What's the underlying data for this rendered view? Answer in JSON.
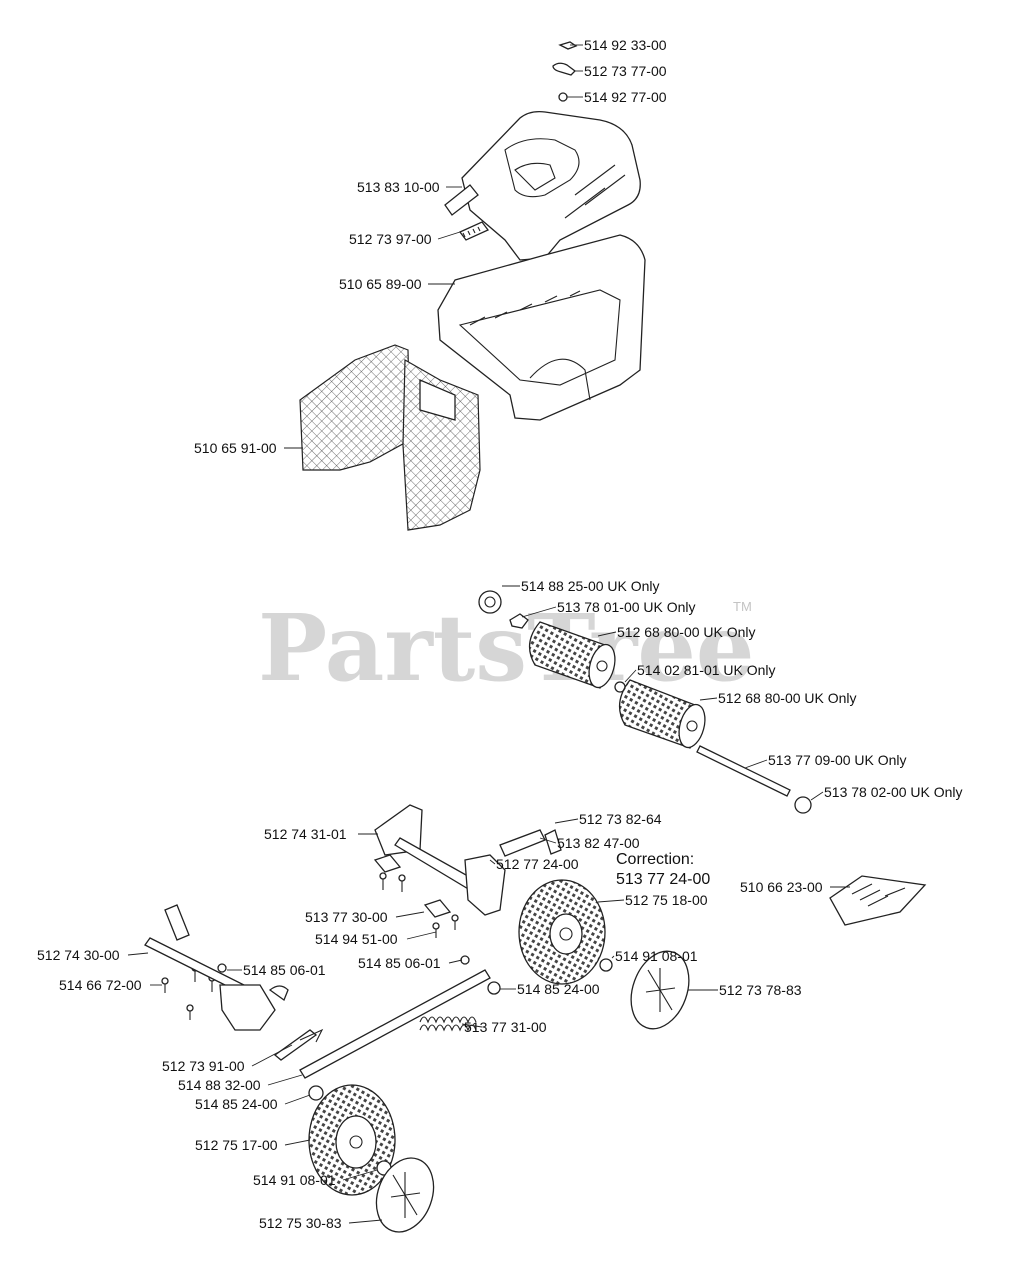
{
  "watermark": {
    "text": "PartsTree",
    "tm": "TM"
  },
  "correction": {
    "line1": "Correction:",
    "line2": "513 77 24-00"
  },
  "labels": {
    "p514_92_33": "514 92 33-00",
    "p512_73_77": "512 73 77-00",
    "p514_92_77": "514 92 77-00",
    "p513_83_10": "513 83 10-00",
    "p512_73_97": "512 73 97-00",
    "p510_65_89": "510 65 89-00",
    "p510_65_91": "510 65 91-00",
    "p514_88_25": "514 88 25-00 UK Only",
    "p513_78_01": "513 78 01-00 UK Only",
    "p512_68_80a": "512 68 80-00 UK Only",
    "p514_02_81": "514 02 81-01 UK Only",
    "p512_68_80b": "512 68 80-00 UK Only",
    "p513_77_09": "513 77 09-00 UK Only",
    "p513_78_02": "513 78 02-00 UK Only",
    "p512_73_82": "512 73 82-64",
    "p512_74_31": "512 74 31-01",
    "p513_82_47": "513 82 47-00",
    "p512_77_24": "512 77 24-00",
    "p510_66_23": "510 66 23-00",
    "p512_75_18": "512 75 18-00",
    "p513_77_30": "513 77 30-00",
    "p514_94_51": "514 94 51-00",
    "p512_74_30": "512 74 30-00",
    "p514_85_06a": "514 85 06-01",
    "p514_85_06b": "514 85 06-01",
    "p514_91_08a": "514 91 08-01",
    "p514_66_72": "514 66 72-00",
    "p514_85_24a": "514 85 24-00",
    "p512_73_78": "512 73 78-83",
    "p513_77_31": "513 77 31-00",
    "p512_73_91": "512 73 91-00",
    "p514_88_32": "514 88 32-00",
    "p514_85_24b": "514 85 24-00",
    "p512_75_17": "512 75 17-00",
    "p514_91_08b": "514 91 08-01",
    "p512_75_30": "512 75 30-83"
  }
}
